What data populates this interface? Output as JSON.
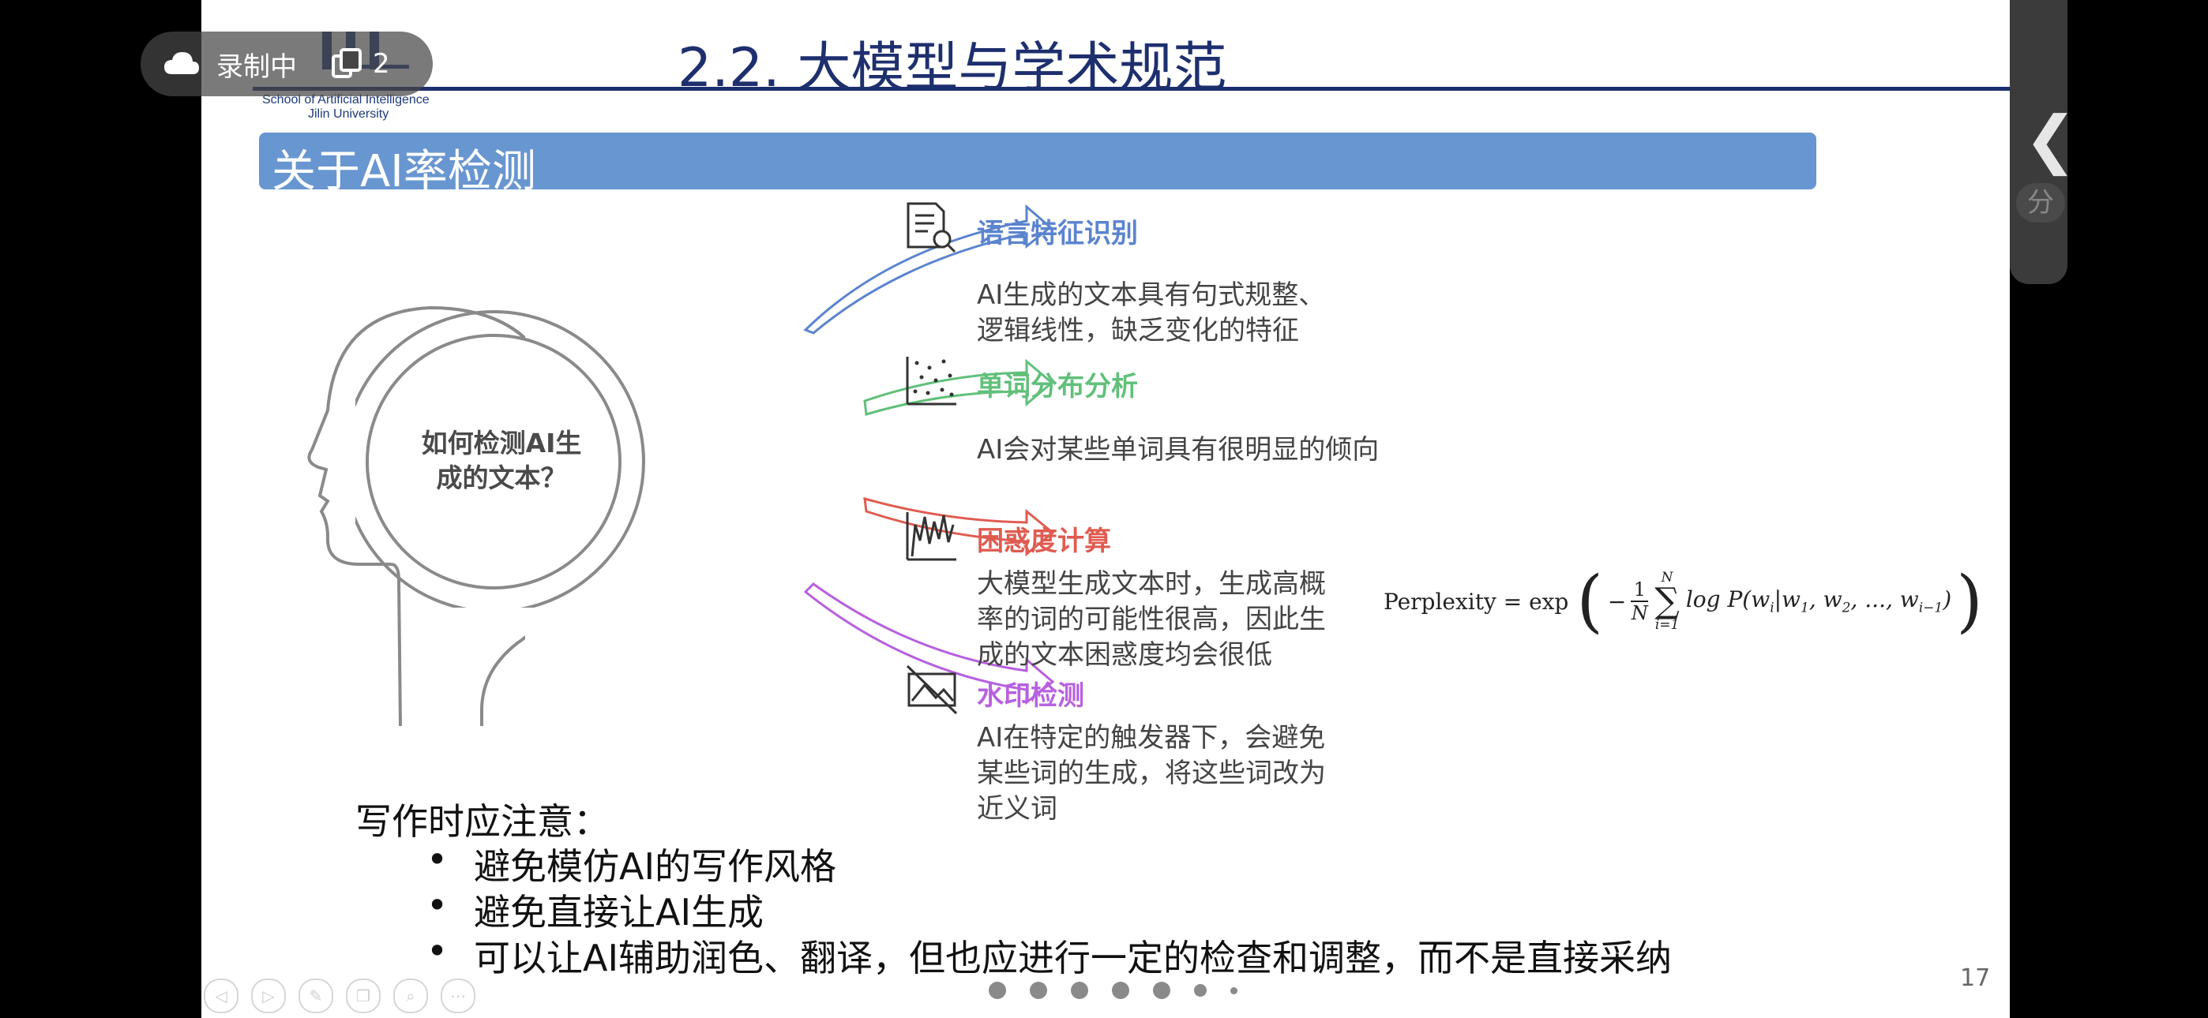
{
  "recording": {
    "label": "录制中",
    "count": "2",
    "cloud_icon": "cloud-icon",
    "copy_icon": "copy-icon"
  },
  "side_panel": {
    "chevron_icon": "chevron-left-icon",
    "share_char": "分"
  },
  "header": {
    "logo_line1": "School of Artificial Intelligence",
    "logo_line2": "Jilin University",
    "title": "2.2. 大模型与学术规范"
  },
  "banner": {
    "text": "关于AI率检测",
    "color": "#6896d0"
  },
  "diagram": {
    "center": "如何检测AI生成的文本？",
    "center_line1": "如何检测AI生",
    "center_line2": "成的文本？",
    "features": [
      {
        "title": "语言特征识别",
        "color": "#5b84cf",
        "icon": "document-search-icon",
        "desc_lines": [
          "AI生成的文本具有句式规整、",
          "逻辑线性，缺乏变化的特征"
        ]
      },
      {
        "title": "单词分布分析",
        "color": "#61c07a",
        "icon": "scatter-plot-icon",
        "desc_lines": [
          "AI会对某些单词具有很明显的倾向"
        ]
      },
      {
        "title": "困惑度计算",
        "color": "#e05b50",
        "icon": "waveform-chart-icon",
        "desc_lines": [
          "大模型生成文本时，生成高概",
          "率的词的可能性很高，因此生",
          "成的文本困惑度均会很低"
        ]
      },
      {
        "title": "水印检测",
        "color": "#b760e0",
        "icon": "watermark-off-icon",
        "desc_lines": [
          "AI在特定的触发器下，会避免",
          "某些词的生成，将这些词改为",
          "近义词"
        ]
      }
    ],
    "formula": {
      "lhs": "Perplexity = exp",
      "frac_num": "1",
      "frac_den": "N",
      "sum_top": "N",
      "sum_bottom": "i=1",
      "body": "log P(w",
      "w_sub": "i",
      "given": "|w",
      "w1_sub": "1",
      "w2": ", w",
      "w2_sub": "2",
      "dots": ", ..., w",
      "last_sub": "i−1",
      "close": ")"
    }
  },
  "notes": {
    "title": "写作时应注意：",
    "items": [
      "避免模仿AI的写作风格",
      "避免直接让AI生成",
      "可以让AI辅助润色、翻译，但也应进行一定的检查和调整，而不是直接采纳"
    ]
  },
  "page_number": "17",
  "pager": {
    "total_dots": 7,
    "active_index": 0
  },
  "toolbar": [
    "prev-icon",
    "next-icon",
    "pen-icon",
    "copy-icon",
    "zoom-icon",
    "more-icon"
  ]
}
